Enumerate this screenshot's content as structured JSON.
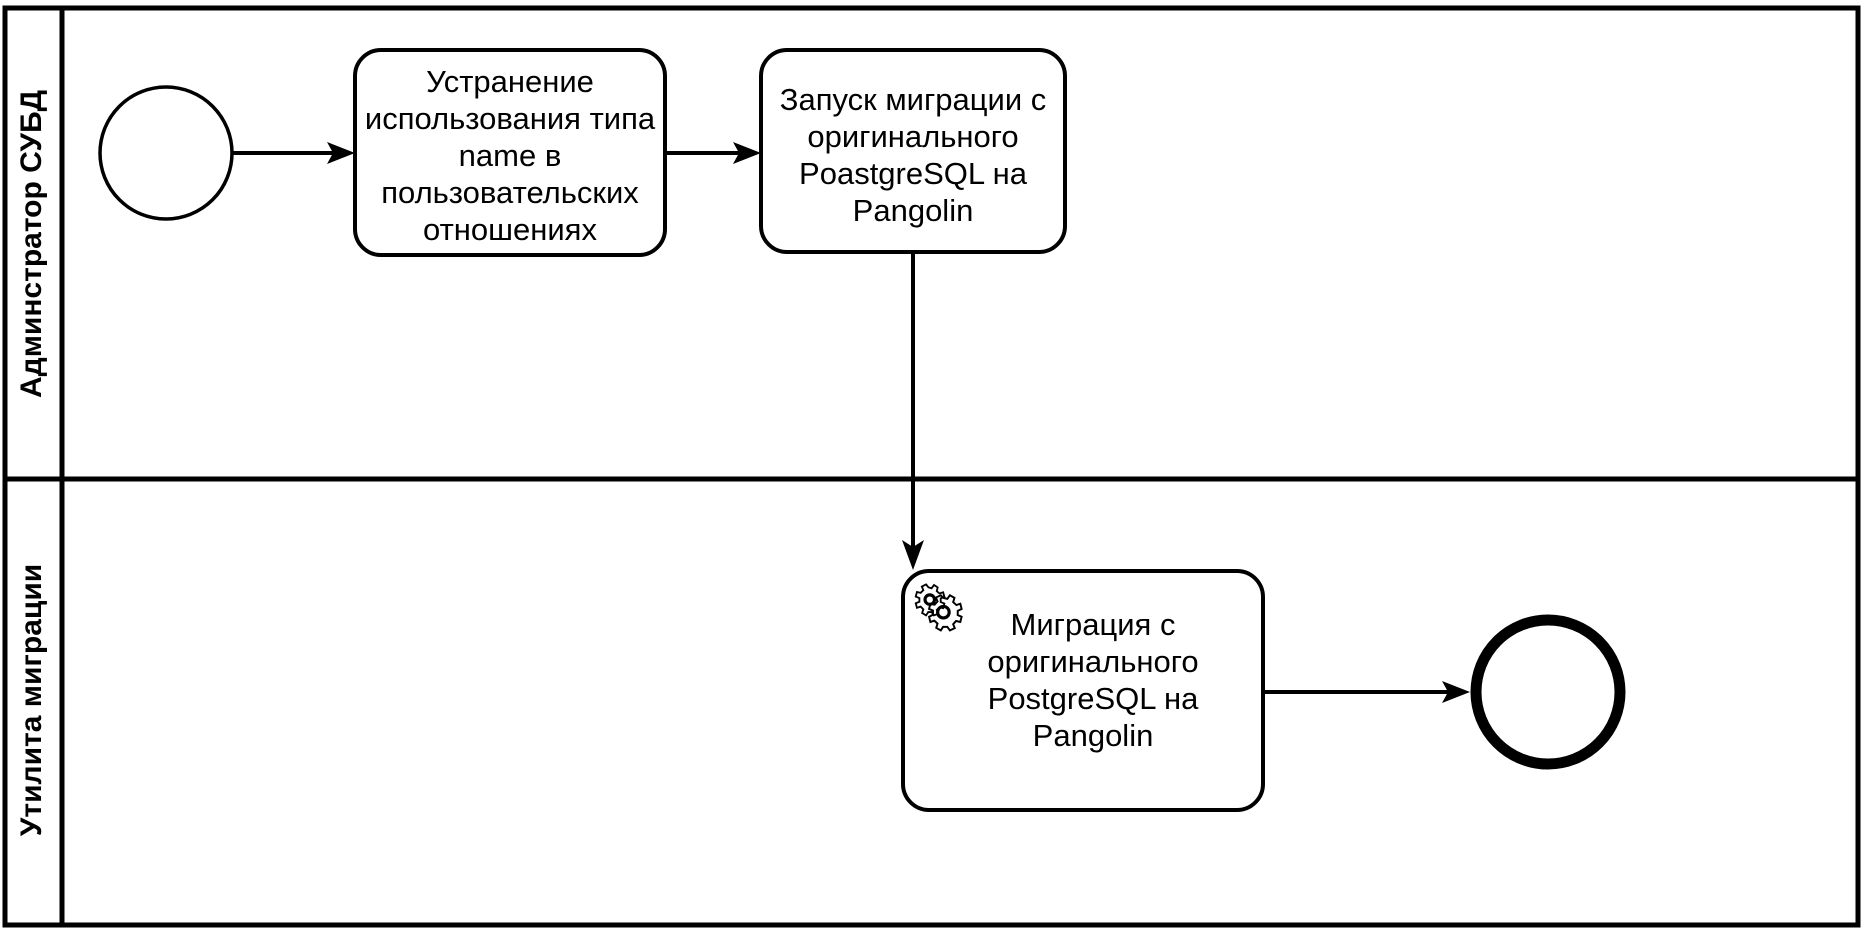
{
  "diagram": {
    "type": "bpmn-collaboration",
    "title": "",
    "colors": {
      "stroke": "#000000",
      "fill": "#ffffff",
      "background": "#ffffff"
    }
  },
  "lanes": [
    {
      "id": "lane-dba",
      "label": "Админстратор СУБД"
    },
    {
      "id": "lane-migration-tool",
      "label": "Утилита миграции"
    }
  ],
  "events": [
    {
      "id": "start-event",
      "kind": "start",
      "label": ""
    },
    {
      "id": "end-event",
      "kind": "end",
      "label": ""
    }
  ],
  "tasks": [
    {
      "id": "task-remove-name-type",
      "marker": "none",
      "lines": [
        "Устранение",
        "использования типа",
        "name в",
        "пользовательских",
        "отношениях"
      ]
    },
    {
      "id": "task-launch-migration",
      "marker": "none",
      "lines": [
        "Запуск миграции с",
        "оригинального",
        "PoastgreSQL на",
        "Pangolin"
      ]
    },
    {
      "id": "task-service-migration",
      "marker": "service-gear-icon",
      "lines": [
        "Миграция с",
        "оригинального",
        "PostgreSQL на",
        "Pangolin"
      ]
    }
  ],
  "flows": [
    {
      "id": "flow-start-to-remove",
      "from": "start-event",
      "to": "task-remove-name-type",
      "label": ""
    },
    {
      "id": "flow-remove-to-launch",
      "from": "task-remove-name-type",
      "to": "task-launch-migration",
      "label": ""
    },
    {
      "id": "flow-launch-to-service",
      "from": "task-launch-migration",
      "to": "task-service-migration",
      "label": ""
    },
    {
      "id": "flow-service-to-end",
      "from": "task-service-migration",
      "to": "end-event",
      "label": ""
    }
  ]
}
